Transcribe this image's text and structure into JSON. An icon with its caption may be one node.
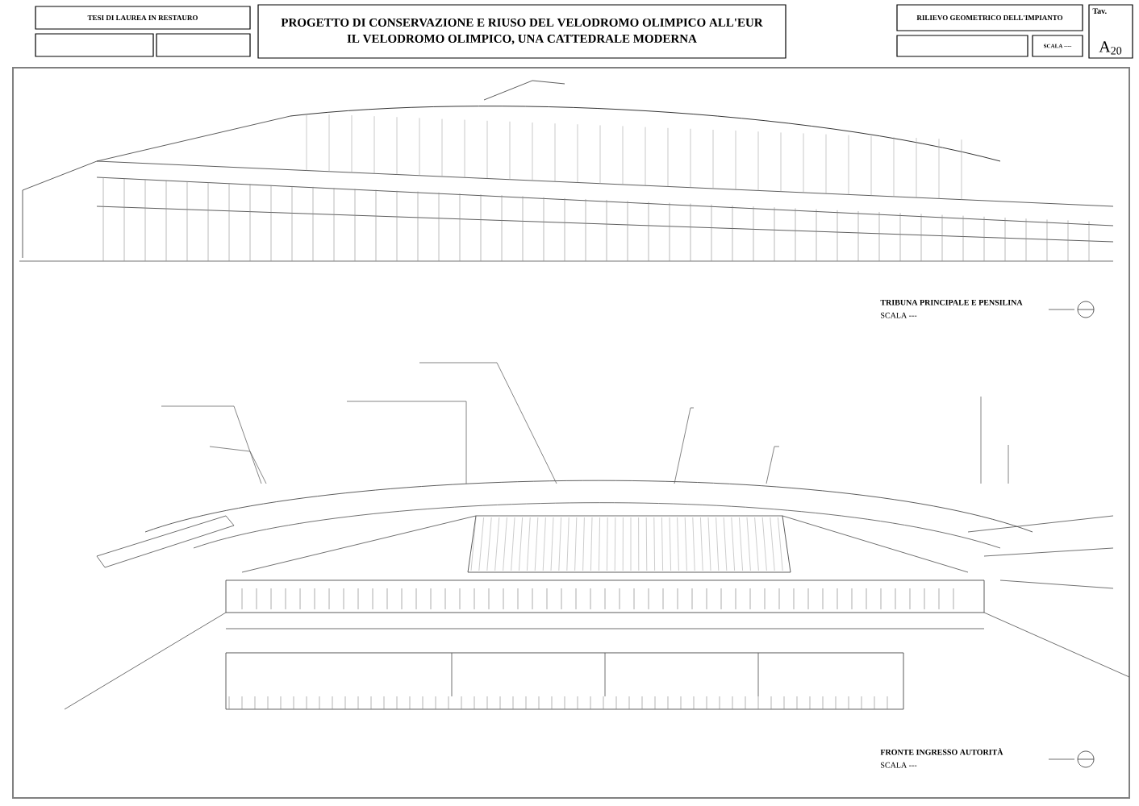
{
  "diagram": {
    "nodes": [
      {
        "text": [
          "TESI DI LAUREA IN RESTAURO"
        ]
      },
      {
        "text": [],
        "shape": "box"
      },
      {
        "text": [],
        "shape": "box"
      },
      {
        "text": [
          "PROGETTO DI CONSERVAZIONE E RIUSO DEL VELODROMO OLIMPICO ALL'EUR",
          "IL VELODROMO OLIMPICO, UNA CATTEDRALE MODERNA"
        ]
      },
      {
        "text": [
          "RILIEVO GEOMETRICO DELL'IMPIANTO"
        ]
      },
      {
        "text": [],
        "shape": "box"
      },
      {
        "text": [
          "SCALA ----"
        ]
      },
      {
        "text": [
          "Tav.",
          "A$_{20}$"
        ]
      }
    ],
    "labels": [
      "TRIBUNA PRINCIPALE E PENSILINA",
      "SCALA ---",
      "FRONTE INGRESSO AUTORITÀ",
      "SCALA ---"
    ]
  }
}
